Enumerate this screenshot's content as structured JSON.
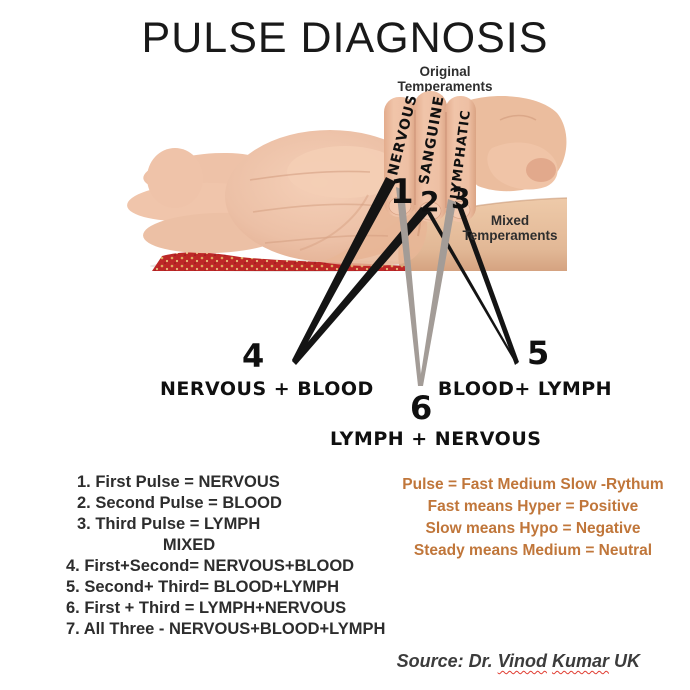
{
  "page": {
    "title": "PULSE DIAGNOSIS"
  },
  "hand": {
    "original_label_line1": "Original",
    "original_label_line2": "Temperaments",
    "mixed_label_line1": "Mixed",
    "mixed_label_line2": "Temperaments",
    "fingers": [
      {
        "number": "1",
        "name": "NERVOUS"
      },
      {
        "number": "2",
        "name": "SANGUINE"
      },
      {
        "number": "3",
        "name": "LYMPHATIC"
      }
    ],
    "combos": [
      {
        "number": "4",
        "label": "NERVOUS + BLOOD"
      },
      {
        "number": "5",
        "label": "BLOOD+ LYMPH"
      },
      {
        "number": "6",
        "label": "LYMPH + NERVOUS"
      }
    ]
  },
  "legend": {
    "rows": [
      "1. First Pulse = NERVOUS",
      "2. Second Pulse = BLOOD",
      "3. Third Pulse = LYMPH",
      "MIXED",
      "4. First+Second= NERVOUS+BLOOD",
      "5. Second+ Third= BLOOD+LYMPH",
      "6. First + Third = LYMPH+NERVOUS",
      "7. All Three - NERVOUS+BLOOD+LYMPH"
    ]
  },
  "rhythm": {
    "lines": [
      "Pulse = Fast Medium Slow -Rythum",
      "Fast means Hyper = Positive",
      "Slow means Hypo = Negative",
      "Steady means Medium = Neutral"
    ]
  },
  "source": {
    "prefix": "Source: Dr.",
    "name1": "Vinod",
    "name2": "Kumar",
    "suffix": "UK"
  },
  "colors": {
    "rhythm_text": "#c0763a",
    "legend_text": "#2d2d2d",
    "title_text": "#191919",
    "marker_text": "#101010",
    "gray_line": "#a39c97",
    "black_line": "#141414",
    "skin_base": "#ecc0a6",
    "arm_skin": "#e6c0a0",
    "cloth_red": "#bd2727",
    "cloth_gold": "#dfa95f",
    "spellcheck_red": "#e03c31"
  }
}
